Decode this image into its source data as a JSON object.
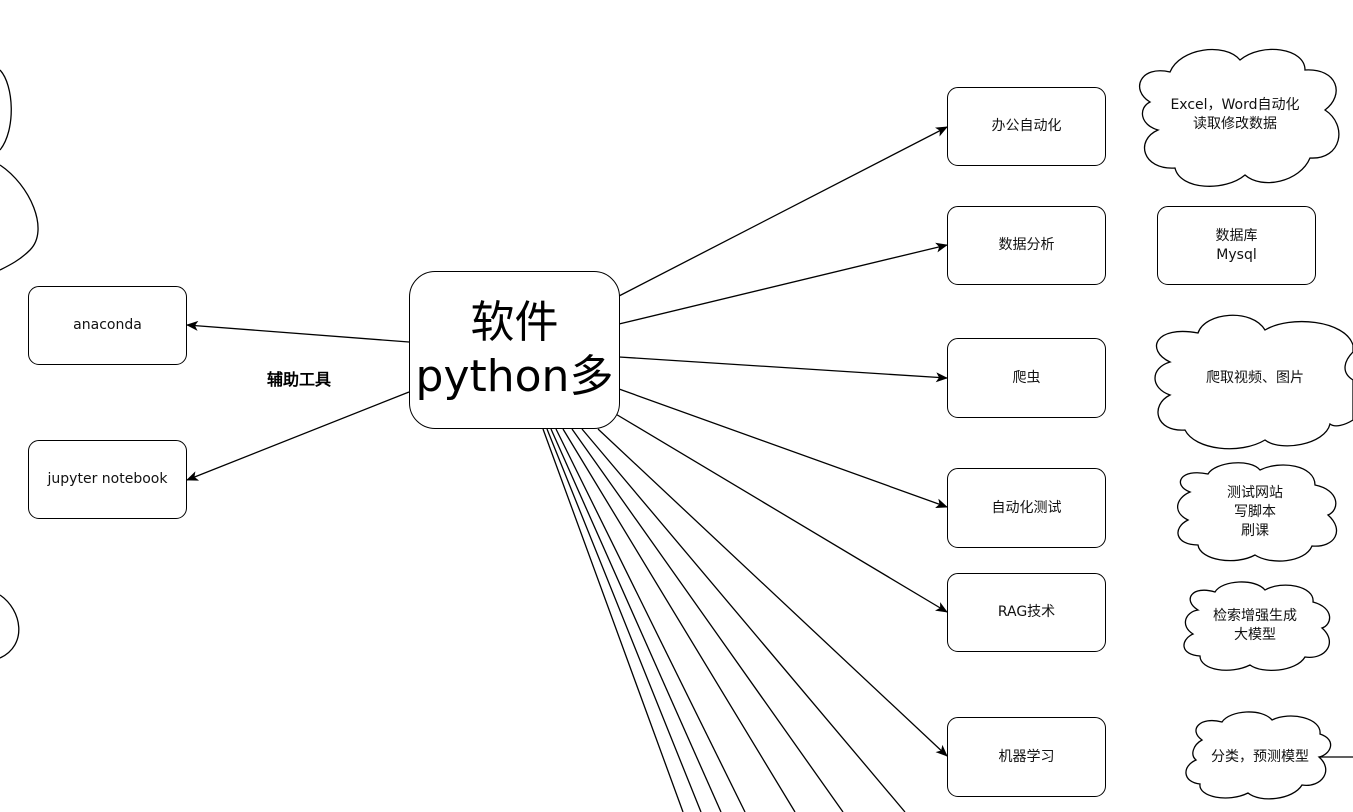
{
  "diagram": {
    "central_node": {
      "label": "软件\npython多"
    },
    "edge_label_tools": "辅助工具",
    "left_nodes": [
      {
        "id": "anaconda",
        "label": "anaconda"
      },
      {
        "id": "jupyter",
        "label": "jupyter notebook"
      }
    ],
    "right_nodes": [
      {
        "id": "office",
        "label": "办公自动化"
      },
      {
        "id": "data-analysis",
        "label": "数据分析"
      },
      {
        "id": "crawler",
        "label": "爬虫"
      },
      {
        "id": "auto-test",
        "label": "自动化测试"
      },
      {
        "id": "rag",
        "label": "RAG技术"
      },
      {
        "id": "ml",
        "label": "机器学习"
      }
    ],
    "detail_nodes": [
      {
        "id": "office-detail",
        "shape": "cloud",
        "label": "Excel，Word自动化\n读取修改数据"
      },
      {
        "id": "database-detail",
        "shape": "rounded-rect",
        "label": "数据库\nMysql"
      },
      {
        "id": "crawler-detail",
        "shape": "cloud",
        "label": "爬取视频、图片"
      },
      {
        "id": "test-detail",
        "shape": "cloud",
        "label": "测试网站\n写脚本\n刷课"
      },
      {
        "id": "rag-detail",
        "shape": "cloud",
        "label": "检索增强生成\n大模型"
      },
      {
        "id": "ml-detail",
        "shape": "cloud",
        "label": "分类，预测模型"
      }
    ],
    "stroke_color": "#000000",
    "background_color": "#ffffff"
  }
}
